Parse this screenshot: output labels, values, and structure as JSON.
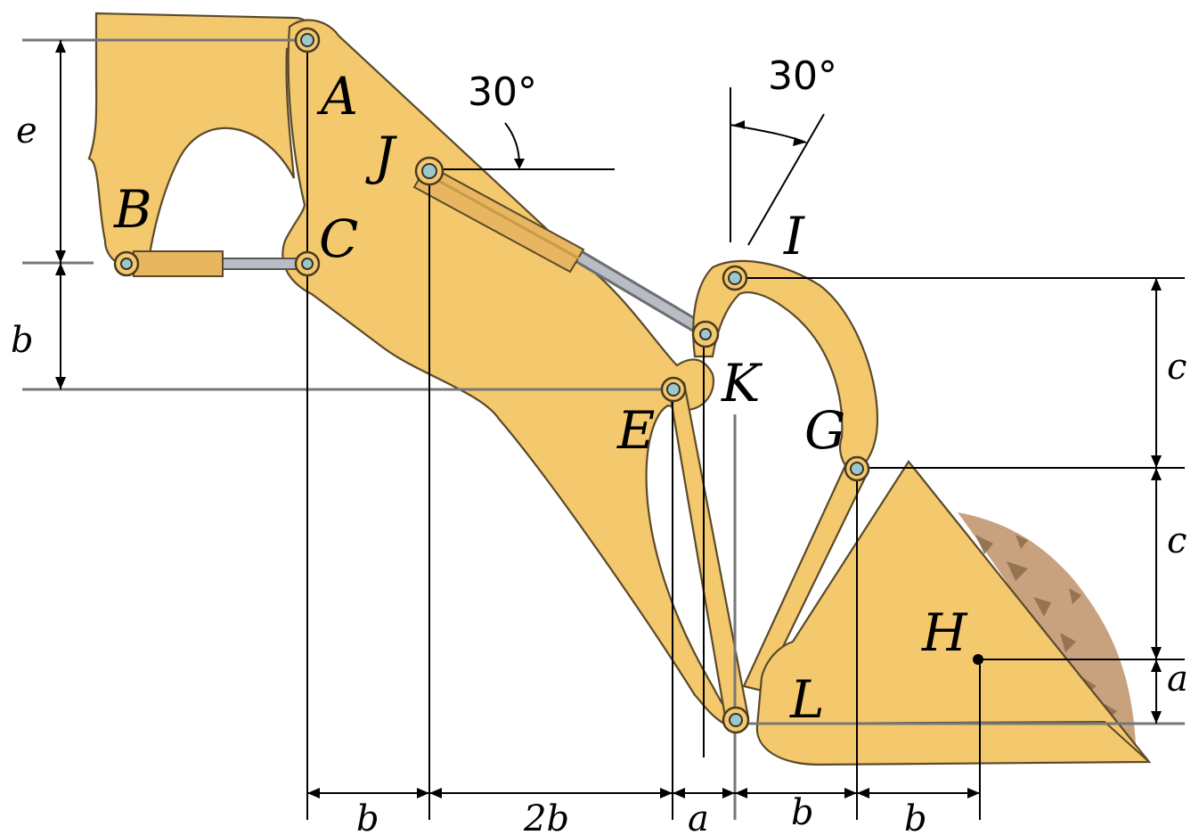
{
  "points": {
    "A": "A",
    "B": "B",
    "C": "C",
    "E": "E",
    "G": "G",
    "H": "H",
    "I": "I",
    "J": "J",
    "K": "K",
    "L": "L"
  },
  "angles": {
    "top_left": "30°",
    "top_right": "30°"
  },
  "dimensions": {
    "left_e": "e",
    "left_b": "b",
    "right_c_top": "c",
    "right_c_bottom": "c",
    "right_a": "a",
    "bottom": [
      "b",
      "2b",
      "a",
      "b",
      "b"
    ]
  },
  "colors": {
    "body": "#f4c86d",
    "pin": "#9fc7c7",
    "rod": "#b9bdc3",
    "dirt": "#c8a27f"
  }
}
